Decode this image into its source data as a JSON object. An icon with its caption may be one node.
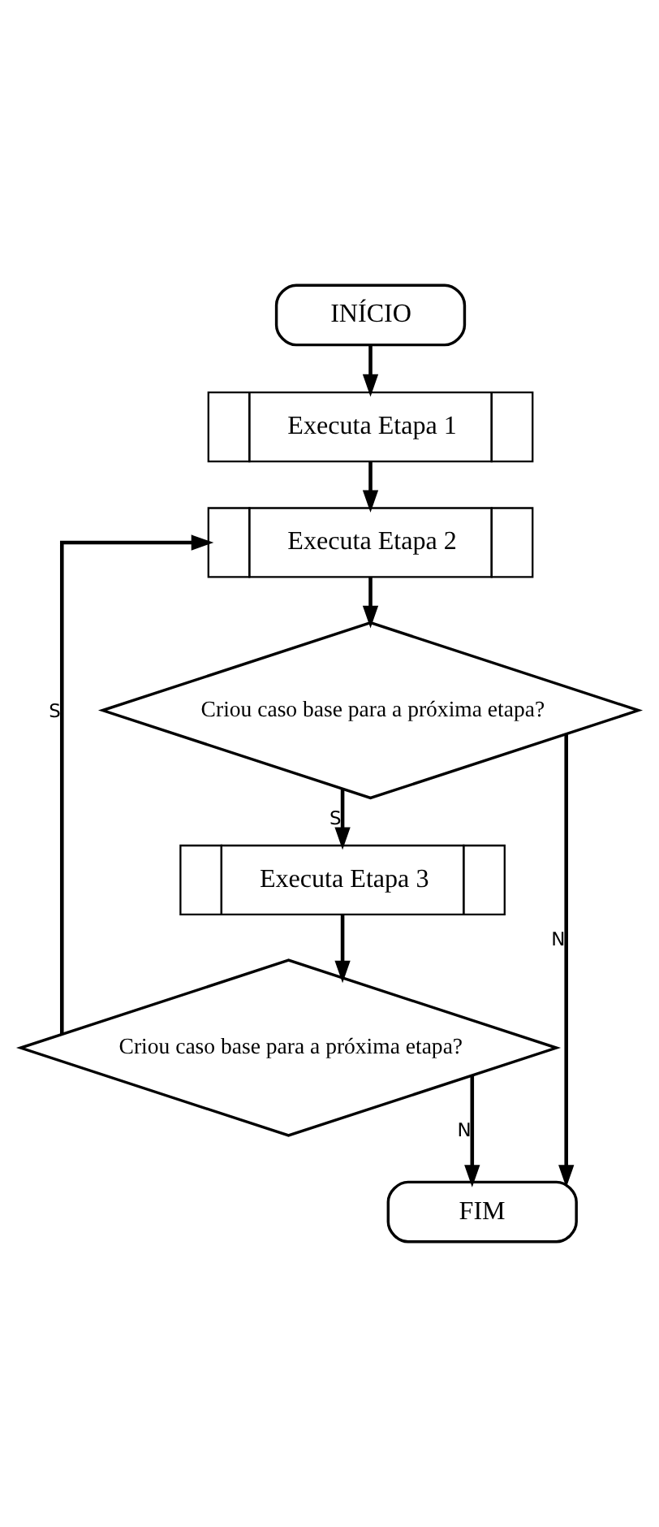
{
  "diagram": {
    "nodes": [
      {
        "text": [
          "INÍCIO"
        ]
      },
      {
        "text": [
          "Executa Etapa 1"
        ]
      },
      {
        "text": [
          "Executa Etapa 2"
        ]
      },
      {
        "text": [
          "Criou caso base para a próxima etapa?"
        ]
      },
      {
        "text": [
          "Executa Etapa 3"
        ]
      },
      {
        "text": [
          "Criou caso base para a próxima etapa?"
        ]
      },
      {
        "text": [
          "FIM"
        ]
      }
    ],
    "edges": [
      {
        "from": 0,
        "to": 1,
        "arrow": "to"
      },
      {
        "from": 1,
        "to": 2,
        "arrow": "to"
      },
      {
        "from": 5,
        "to": 2,
        "arrow": "to",
        "label": "S"
      },
      {
        "from": 2,
        "to": 3,
        "arrow": "to"
      },
      {
        "from": 3,
        "to": 4,
        "arrow": "to",
        "label": "S"
      },
      {
        "from": 3,
        "to": 6,
        "arrow": "to",
        "label": "N"
      },
      {
        "from": 4,
        "to": 5,
        "arrow": "to"
      },
      {
        "from": 5,
        "to": 6,
        "arrow": "to",
        "label": "N"
      }
    ]
  }
}
